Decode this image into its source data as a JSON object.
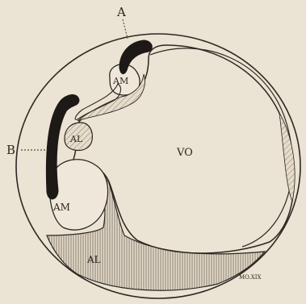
{
  "labels": {
    "a": "A",
    "b": "B",
    "am_upper": "AM",
    "al_middle": "AL",
    "vo": "VO",
    "am_lower": "AM",
    "al_lower": "AL",
    "figure_mark": "MO.XIX"
  },
  "colors": {
    "paper": "#ebe3d3",
    "ink": "#2b2722",
    "hatch": "#6e665c"
  }
}
